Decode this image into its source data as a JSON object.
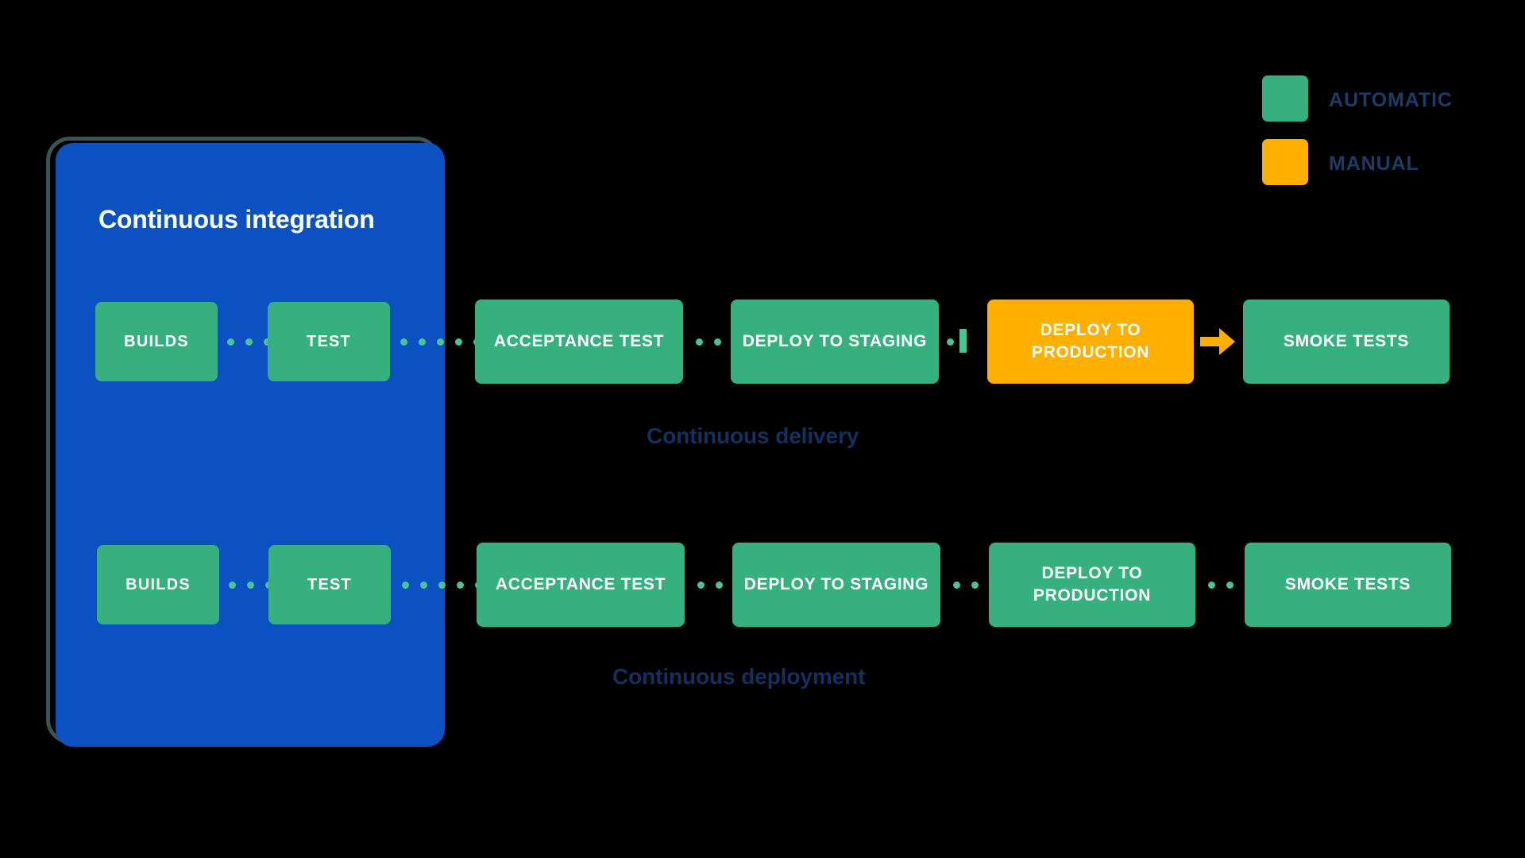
{
  "diagram": {
    "title": "Continuous integration / delivery / deployment pipeline",
    "background_color": "#000000",
    "colors": {
      "automatic": "#35B07E",
      "manual": "#FFAF00",
      "ci_panel": "#0B51C1",
      "ci_panel_outline": "#3B5352",
      "caption_text": "#16305E",
      "legend_text": "#1D3C65",
      "connector_dot": "#4BC494",
      "box_text": "#FFFFFF"
    }
  },
  "ci_panel": {
    "title": "Continuous integration",
    "stages": [
      {
        "label": "BUILDS",
        "type": "automatic"
      },
      {
        "label": "TEST",
        "type": "automatic"
      }
    ]
  },
  "rows": [
    {
      "id": "continuous-delivery",
      "caption": "Continuous delivery",
      "inner_stages": [
        {
          "label": "BUILDS",
          "type": "automatic"
        },
        {
          "label": "TEST",
          "type": "automatic"
        }
      ],
      "stages": [
        {
          "label": "ACCEPTANCE TEST",
          "type": "automatic"
        },
        {
          "label": "DEPLOY TO STAGING",
          "type": "automatic"
        },
        {
          "label": "DEPLOY TO PRODUCTION",
          "type": "manual"
        },
        {
          "label": "SMOKE TESTS",
          "type": "automatic"
        }
      ],
      "connectors": [
        "dotted",
        "dotted",
        "gate",
        "arrow"
      ]
    },
    {
      "id": "continuous-deployment",
      "caption": "Continuous deployment",
      "inner_stages": [
        {
          "label": "BUILDS",
          "type": "automatic"
        },
        {
          "label": "TEST",
          "type": "automatic"
        }
      ],
      "stages": [
        {
          "label": "ACCEPTANCE TEST",
          "type": "automatic"
        },
        {
          "label": "DEPLOY TO STAGING",
          "type": "automatic"
        },
        {
          "label": "DEPLOY TO PRODUCTION",
          "type": "automatic"
        },
        {
          "label": "SMOKE TESTS",
          "type": "automatic"
        }
      ],
      "connectors": [
        "dotted",
        "dotted",
        "dotted",
        "dotted"
      ]
    }
  ],
  "legend": {
    "items": [
      {
        "label": "AUTOMATIC",
        "color": "#35B07E"
      },
      {
        "label": "MANUAL",
        "color": "#FFAF00"
      }
    ]
  }
}
